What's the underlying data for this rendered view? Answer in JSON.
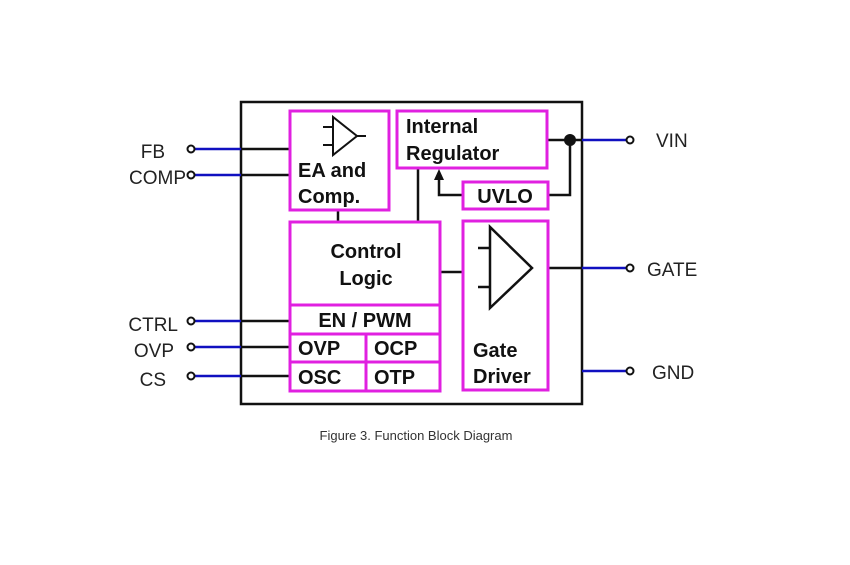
{
  "colors": {
    "block_border": "#e020e0",
    "chip_border": "#111111",
    "wire_internal": "#111111",
    "wire_external": "#1010c0",
    "text": "#111111"
  },
  "blocks": {
    "ea": {
      "line1": "EA and",
      "line2": "Comp."
    },
    "regulator": {
      "line1": "Internal",
      "line2": "Regulator"
    },
    "uvlo": {
      "label": "UVLO"
    },
    "control": {
      "line1": "Control",
      "line2": "Logic"
    },
    "en_pwm": {
      "label": "EN / PWM"
    },
    "ovp": {
      "label": "OVP"
    },
    "ocp": {
      "label": "OCP"
    },
    "osc": {
      "label": "OSC"
    },
    "otp": {
      "label": "OTP"
    },
    "gate_driver": {
      "line1": "Gate",
      "line2": "Driver"
    }
  },
  "pins": {
    "fb": "FB",
    "comp": "COMP",
    "ctrl": "CTRL",
    "ovp": "OVP",
    "cs": "CS",
    "vin": "VIN",
    "gate": "GATE",
    "gnd": "GND"
  },
  "caption": "Figure 3. Function Block Diagram"
}
